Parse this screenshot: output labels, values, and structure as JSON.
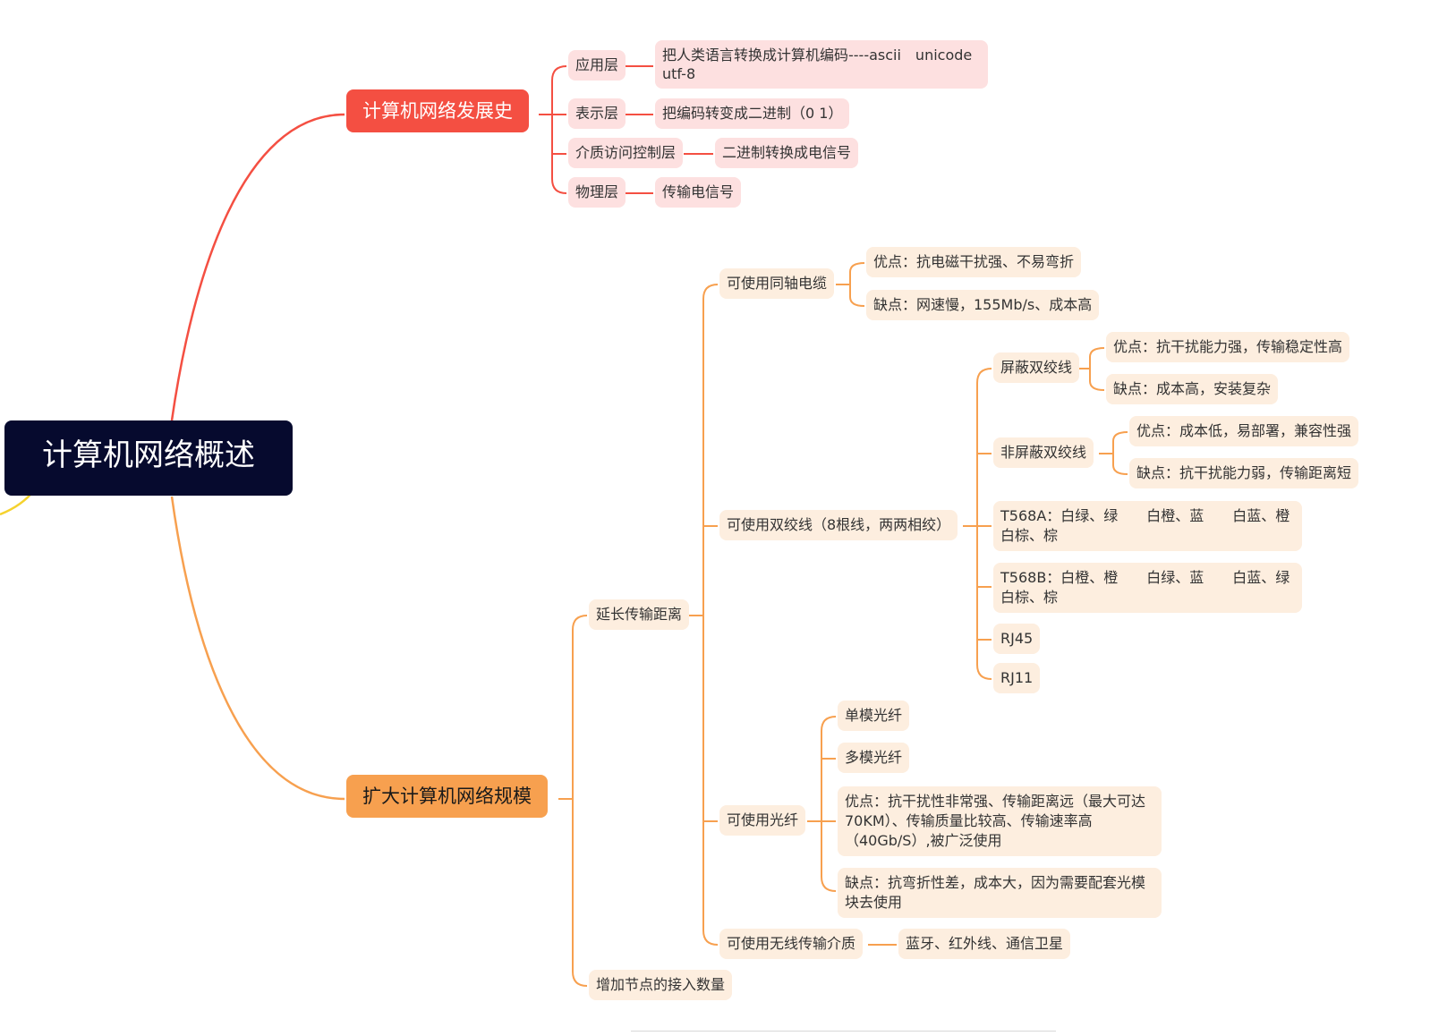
{
  "root": "计算机网络概述",
  "branch_history": {
    "title": "计算机网络发展史",
    "layers": [
      {
        "name": "应用层",
        "desc": "把人类语言转换成计算机编码----ascii　unicode　utf-8"
      },
      {
        "name": "表示层",
        "desc": "把编码转变成二进制（0  1）"
      },
      {
        "name": "介质访问控制层",
        "desc": "二进制转换成电信号"
      },
      {
        "name": "物理层",
        "desc": "传输电信号"
      }
    ]
  },
  "branch_scale": {
    "title": "扩大计算机网络规模",
    "extend": {
      "title": "延长传输距离",
      "coax": {
        "title": "可使用同轴电缆",
        "pro": "优点：抗电磁干扰强、不易弯折",
        "con": "缺点：网速慢，155Mb/s、成本高"
      },
      "twisted": {
        "title": "可使用双绞线（8根线，两两相绞）",
        "shielded": {
          "title": "屏蔽双绞线",
          "pro": "优点：抗干扰能力强，传输稳定性高",
          "con": "缺点：成本高，安装复杂"
        },
        "unshielded": {
          "title": "非屏蔽双绞线",
          "pro": "优点：成本低，易部署，兼容性强",
          "con": "缺点：抗干扰能力弱，传输距离短"
        },
        "t568a": "T568A：白绿、绿　　白橙、蓝　　白蓝、橙　　白棕、棕",
        "t568b": "T568B：白橙、橙　　白绿、蓝　　白蓝、绿　　白棕、棕",
        "rj45": "RJ45",
        "rj11": "RJ11"
      },
      "fiber": {
        "title": "可使用光纤",
        "single": "单模光纤",
        "multi": "多模光纤",
        "pro": "优点：抗干扰性非常强、传输距离远（最大可达70KM）、传输质量比较高、传输速率高（40Gb/S）,被广泛使用",
        "con": "缺点：抗弯折性差，成本大，因为需要配套光模块去使用"
      },
      "wireless": {
        "title": "可使用无线传输介质",
        "desc": "蓝牙、红外线、通信卫星"
      }
    },
    "nodes": "增加节点的接入数量"
  },
  "colors": {
    "root": "#060a2e",
    "history": "#f44f42",
    "scale": "#f7a04f",
    "history_sub": "#fde0e0",
    "scale_sub": "#fdeedf",
    "yellow": "#f5d22e"
  }
}
